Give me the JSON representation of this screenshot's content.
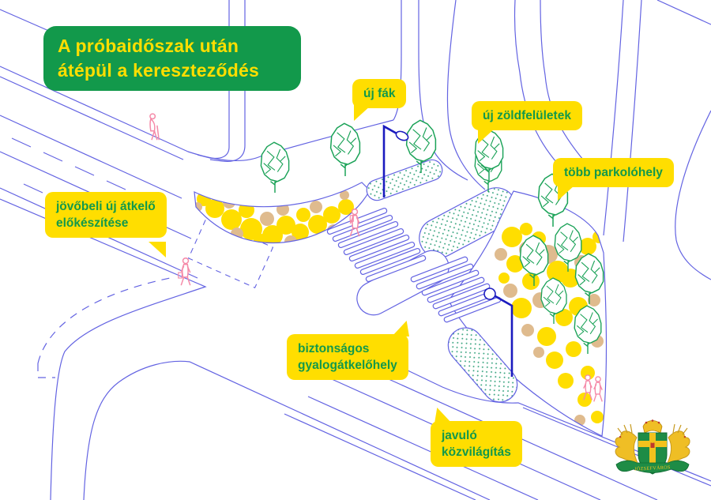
{
  "title": {
    "line1": "A próbaidőszak után",
    "line2": "átépül a kereszteződés"
  },
  "callouts": {
    "new_trees": "új fák",
    "new_green_surfaces": "új zöldfelületek",
    "more_parking": "több parkolóhely",
    "future_crossing_line1": "jövőbeli új átkelő",
    "future_crossing_line2": "előkészítése",
    "safe_crossing_line1": "biztonságos",
    "safe_crossing_line2": "gyalogátkelőhely",
    "lighting_line1": "javuló",
    "lighting_line2": "közvilágítás"
  },
  "emblem": {
    "ribbon_text": "JÓZSEFVÁROS"
  },
  "illustration": {
    "tree_count": 11,
    "street_lamp_count": 2,
    "pedestrian_count": 5
  },
  "colors": {
    "callout_yellow": "#FFDE00",
    "brand_green": "#12994B",
    "road_blue": "#6363E2",
    "tree_green": "#1AA257",
    "planting_tan": "#DFBB8E",
    "gravel_teal": "#35A27D",
    "pedestrian_pink": "#F58AA8",
    "lamp_blue": "#1B1BBF",
    "coat_gold": "#EFBE25"
  }
}
